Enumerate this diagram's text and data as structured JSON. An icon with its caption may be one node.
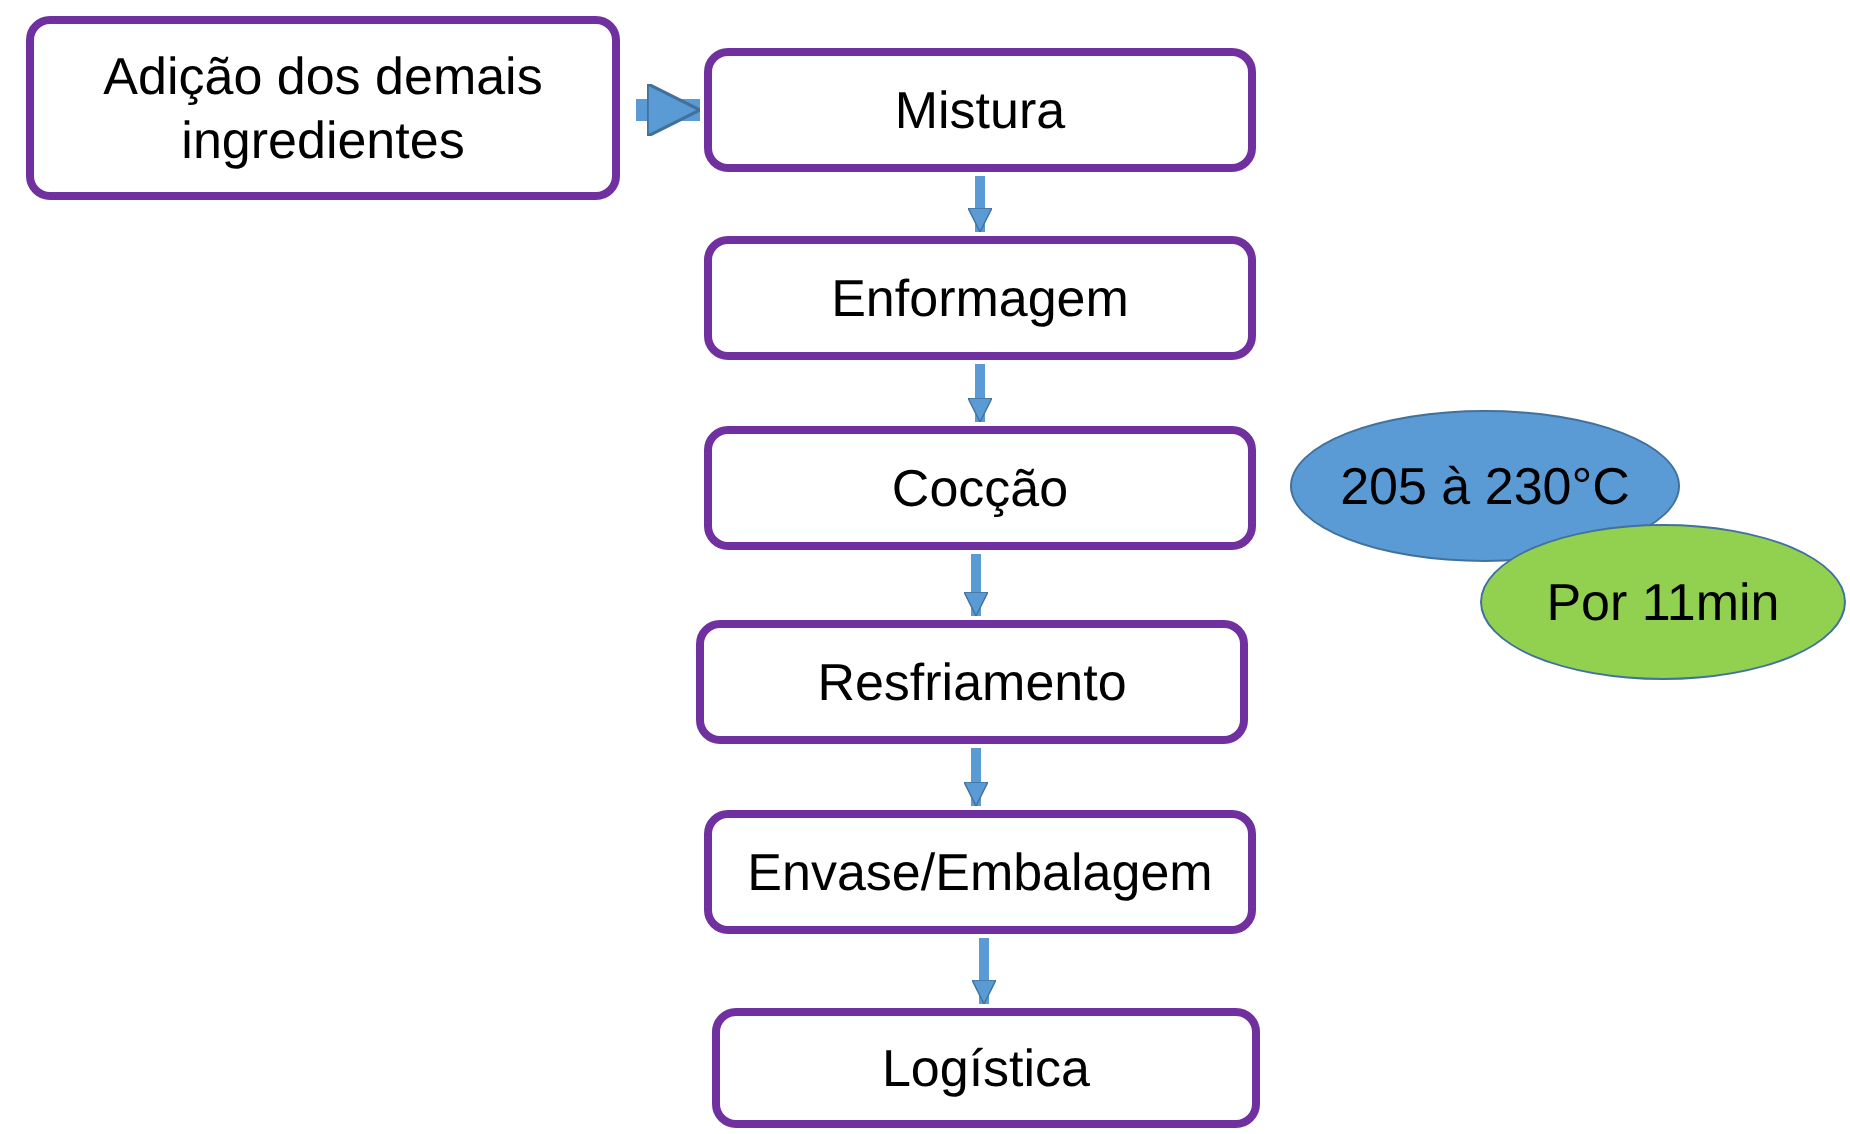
{
  "diagram": {
    "nodes": [
      {
        "text": [
          "Adição dos demais ingredientes"
        ]
      },
      {
        "text": [
          "Mistura"
        ]
      },
      {
        "text": [
          "Enformagem"
        ]
      },
      {
        "text": [
          "Cocção"
        ]
      },
      {
        "text": [
          "Resfriamento"
        ]
      },
      {
        "text": [
          "Envase/Embalagem"
        ]
      },
      {
        "text": [
          "Logística"
        ]
      },
      {
        "text": [
          "205 à 230°C"
        ]
      },
      {
        "text": [
          "Por 11min"
        ]
      }
    ],
    "edges": [
      {
        "from": 0,
        "to": 1,
        "arrow": "to",
        "style": "thick"
      },
      {
        "from": 1,
        "to": 2,
        "arrow": "to"
      },
      {
        "from": 2,
        "to": 3,
        "arrow": "to"
      },
      {
        "from": 3,
        "to": 4,
        "arrow": "to"
      },
      {
        "from": 4,
        "to": 5,
        "arrow": "to"
      },
      {
        "from": 5,
        "to": 6,
        "arrow": "to"
      }
    ]
  }
}
